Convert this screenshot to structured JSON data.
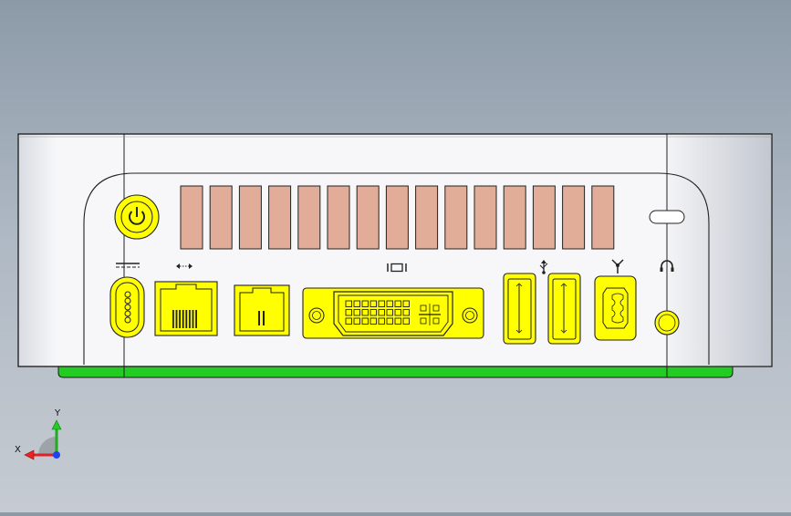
{
  "triad": {
    "x_label": "X",
    "y_label": "Y"
  },
  "colors": {
    "background_top": "#8c9aa8",
    "background_bottom": "#c6cbd2",
    "body": "#f2f2f4",
    "port_yellow": "#ffff00",
    "vent": "#e2ad98",
    "base_green": "#22cc22",
    "outline": "#222222"
  },
  "components": {
    "vents": 15,
    "icons": [
      "power-icon",
      "dc-power-icon",
      "ethernet-icon",
      "dvi-icon",
      "usb-icon",
      "firewire-icon",
      "headphone-icon"
    ]
  }
}
